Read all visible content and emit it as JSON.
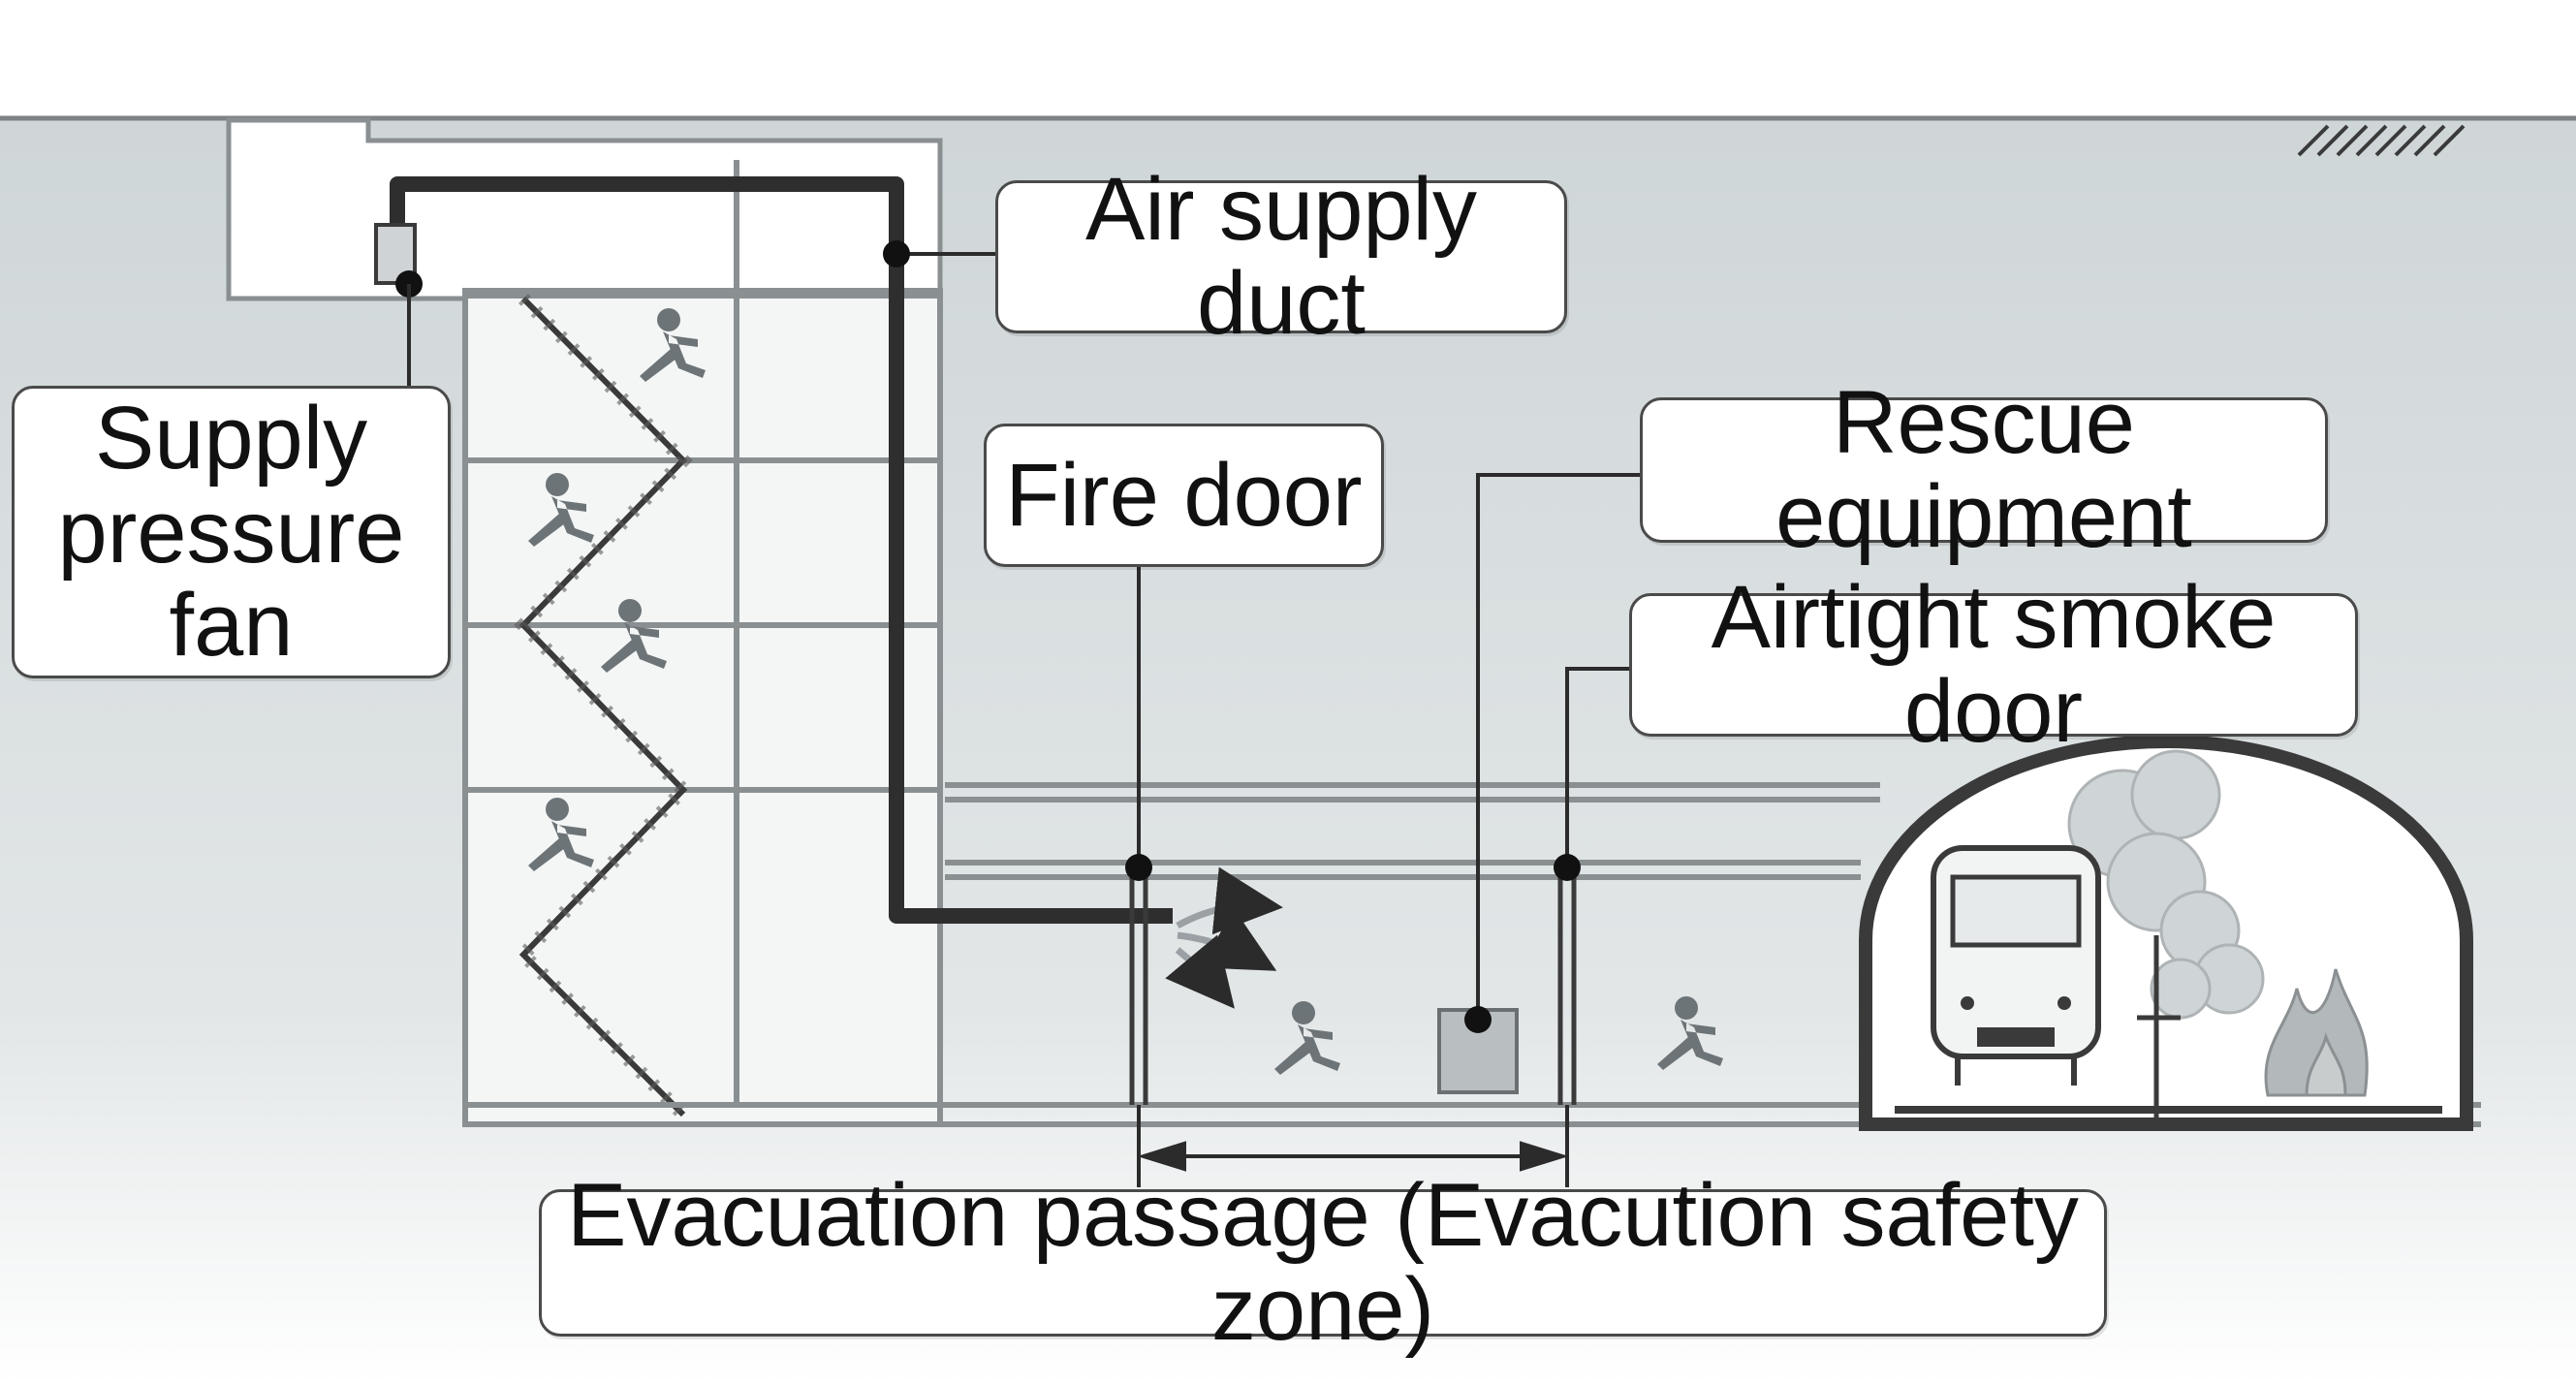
{
  "labels": {
    "air_supply_duct": "Air supply duct",
    "supply_pressure_fan_line1": "Supply",
    "supply_pressure_fan_line2": "pressure fan",
    "fire_door": "Fire door",
    "rescue_equipment": "Rescue equipment",
    "airtight_smoke_door": "Airtight smoke door",
    "evacuation_passage": "Evacuation passage (Evacution safety zone)"
  },
  "colors": {
    "ground": "#d3d9db",
    "line": "#3a3a3a",
    "light_line": "#8a8f92",
    "duct": "#2e2e2e"
  }
}
